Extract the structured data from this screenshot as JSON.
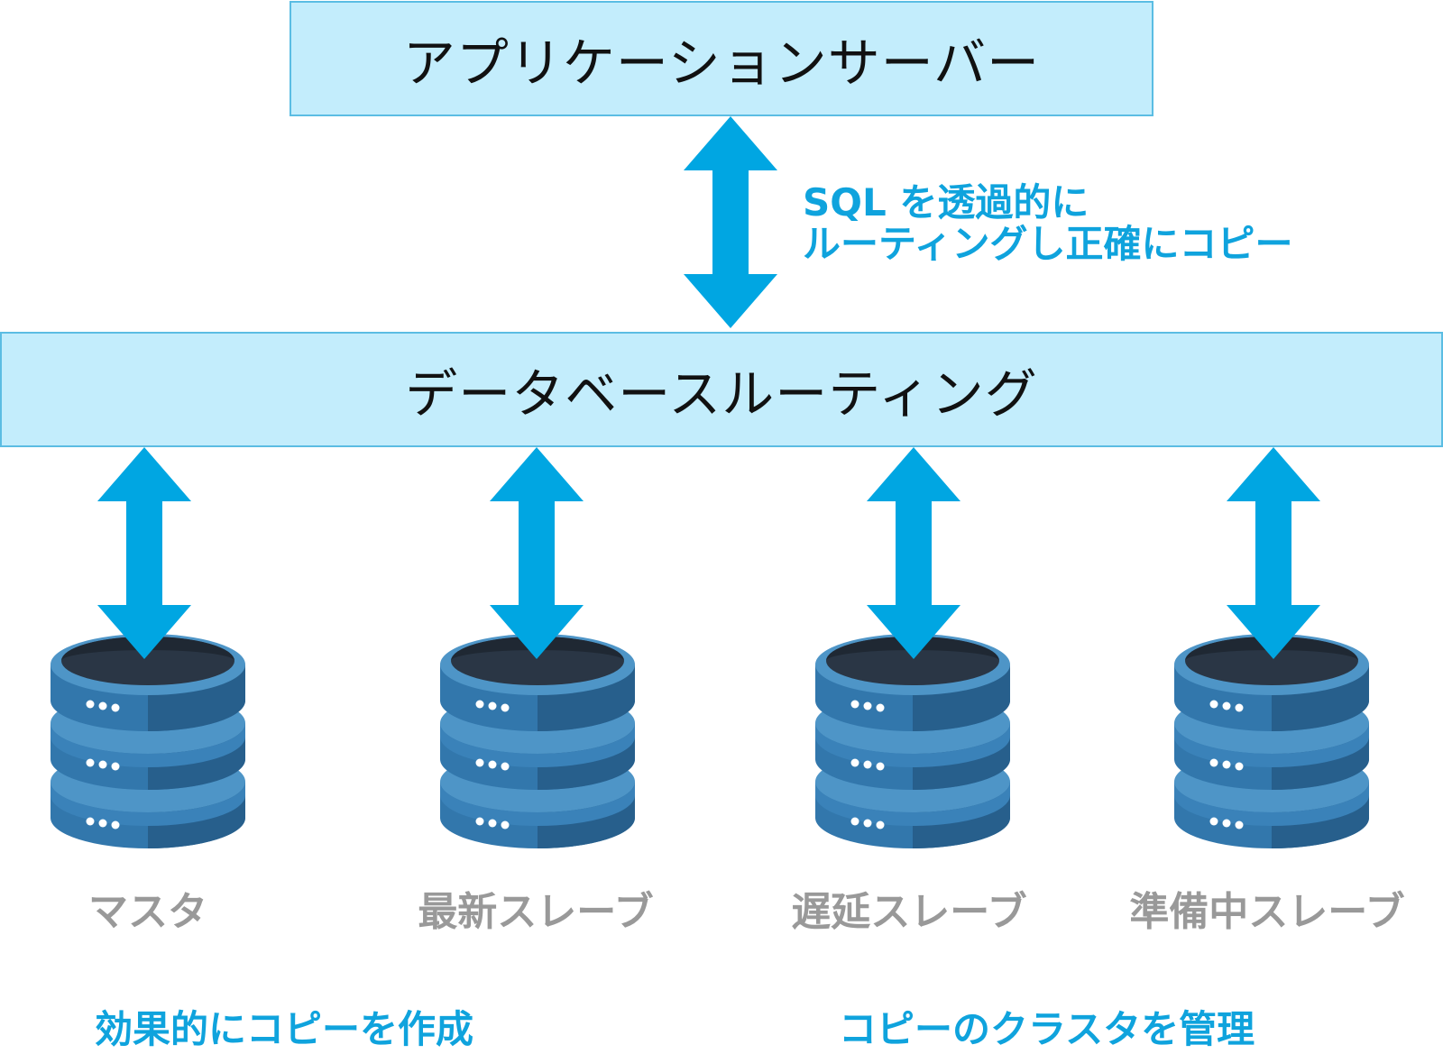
{
  "app_server": {
    "label": "アプリケーションサーバー"
  },
  "routing": {
    "label": "データベースルーティング"
  },
  "sql_note": {
    "line1": "SQL を透過的に",
    "line2": "ルーティングし正確にコピー"
  },
  "databases": [
    {
      "label": "マスタ"
    },
    {
      "label": "最新スレーブ"
    },
    {
      "label": "遅延スレーブ"
    },
    {
      "label": "準備中スレーブ"
    }
  ],
  "captions": {
    "left": "効果的にコピーを作成",
    "right": "コピーのクラスタを管理"
  },
  "colors": {
    "box_fill": "#c3edfc",
    "box_border": "#5bbde3",
    "arrow": "#00a6e2",
    "accent_text": "#0fa3dd",
    "db_label": "#999999"
  }
}
